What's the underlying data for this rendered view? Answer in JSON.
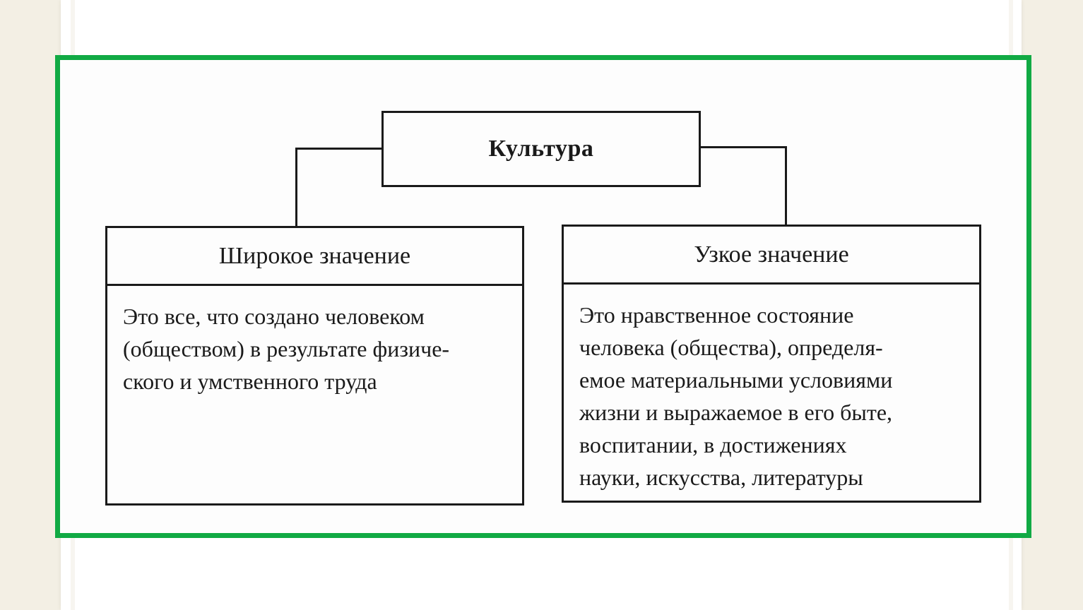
{
  "diagram": {
    "root": {
      "label": "Культура"
    },
    "branches": [
      {
        "title": "Широкое значение",
        "text": "Это все, что создано человеком\n(обществом) в результате физиче-\nского и умственного труда"
      },
      {
        "title": "Узкое значение",
        "text": "Это нравственное состояние\nчеловека (общества), определя-\nемое материальными условиями\nжизни и выражаемое в его быте,\nвоспитании, в достижениях\nнауки, искусства, литературы"
      }
    ]
  },
  "colors": {
    "frame": "#11aa44",
    "line": "#1a1a1a",
    "background": "#f3efe4"
  }
}
